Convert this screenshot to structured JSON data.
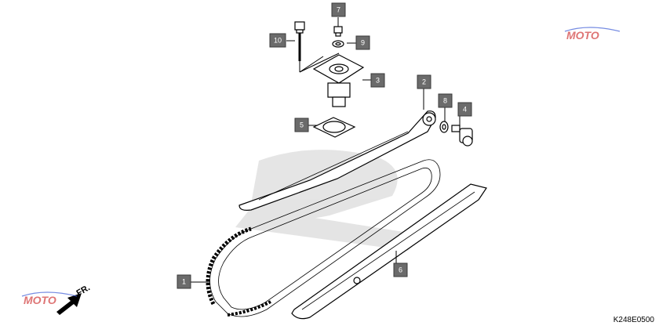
{
  "diagram_code": "K248E0500",
  "direction_label": "FR.",
  "logo": {
    "text": "MOTO",
    "brand_color": "#d13a3a"
  },
  "callouts": [
    {
      "label": "1"
    },
    {
      "label": "2"
    },
    {
      "label": "3"
    },
    {
      "label": "4"
    },
    {
      "label": "5"
    },
    {
      "label": "6"
    },
    {
      "label": "7"
    },
    {
      "label": "8"
    },
    {
      "label": "9"
    },
    {
      "label": "10"
    }
  ],
  "icons": [
    "arrow-front-icon",
    "moto-logo-icon"
  ]
}
